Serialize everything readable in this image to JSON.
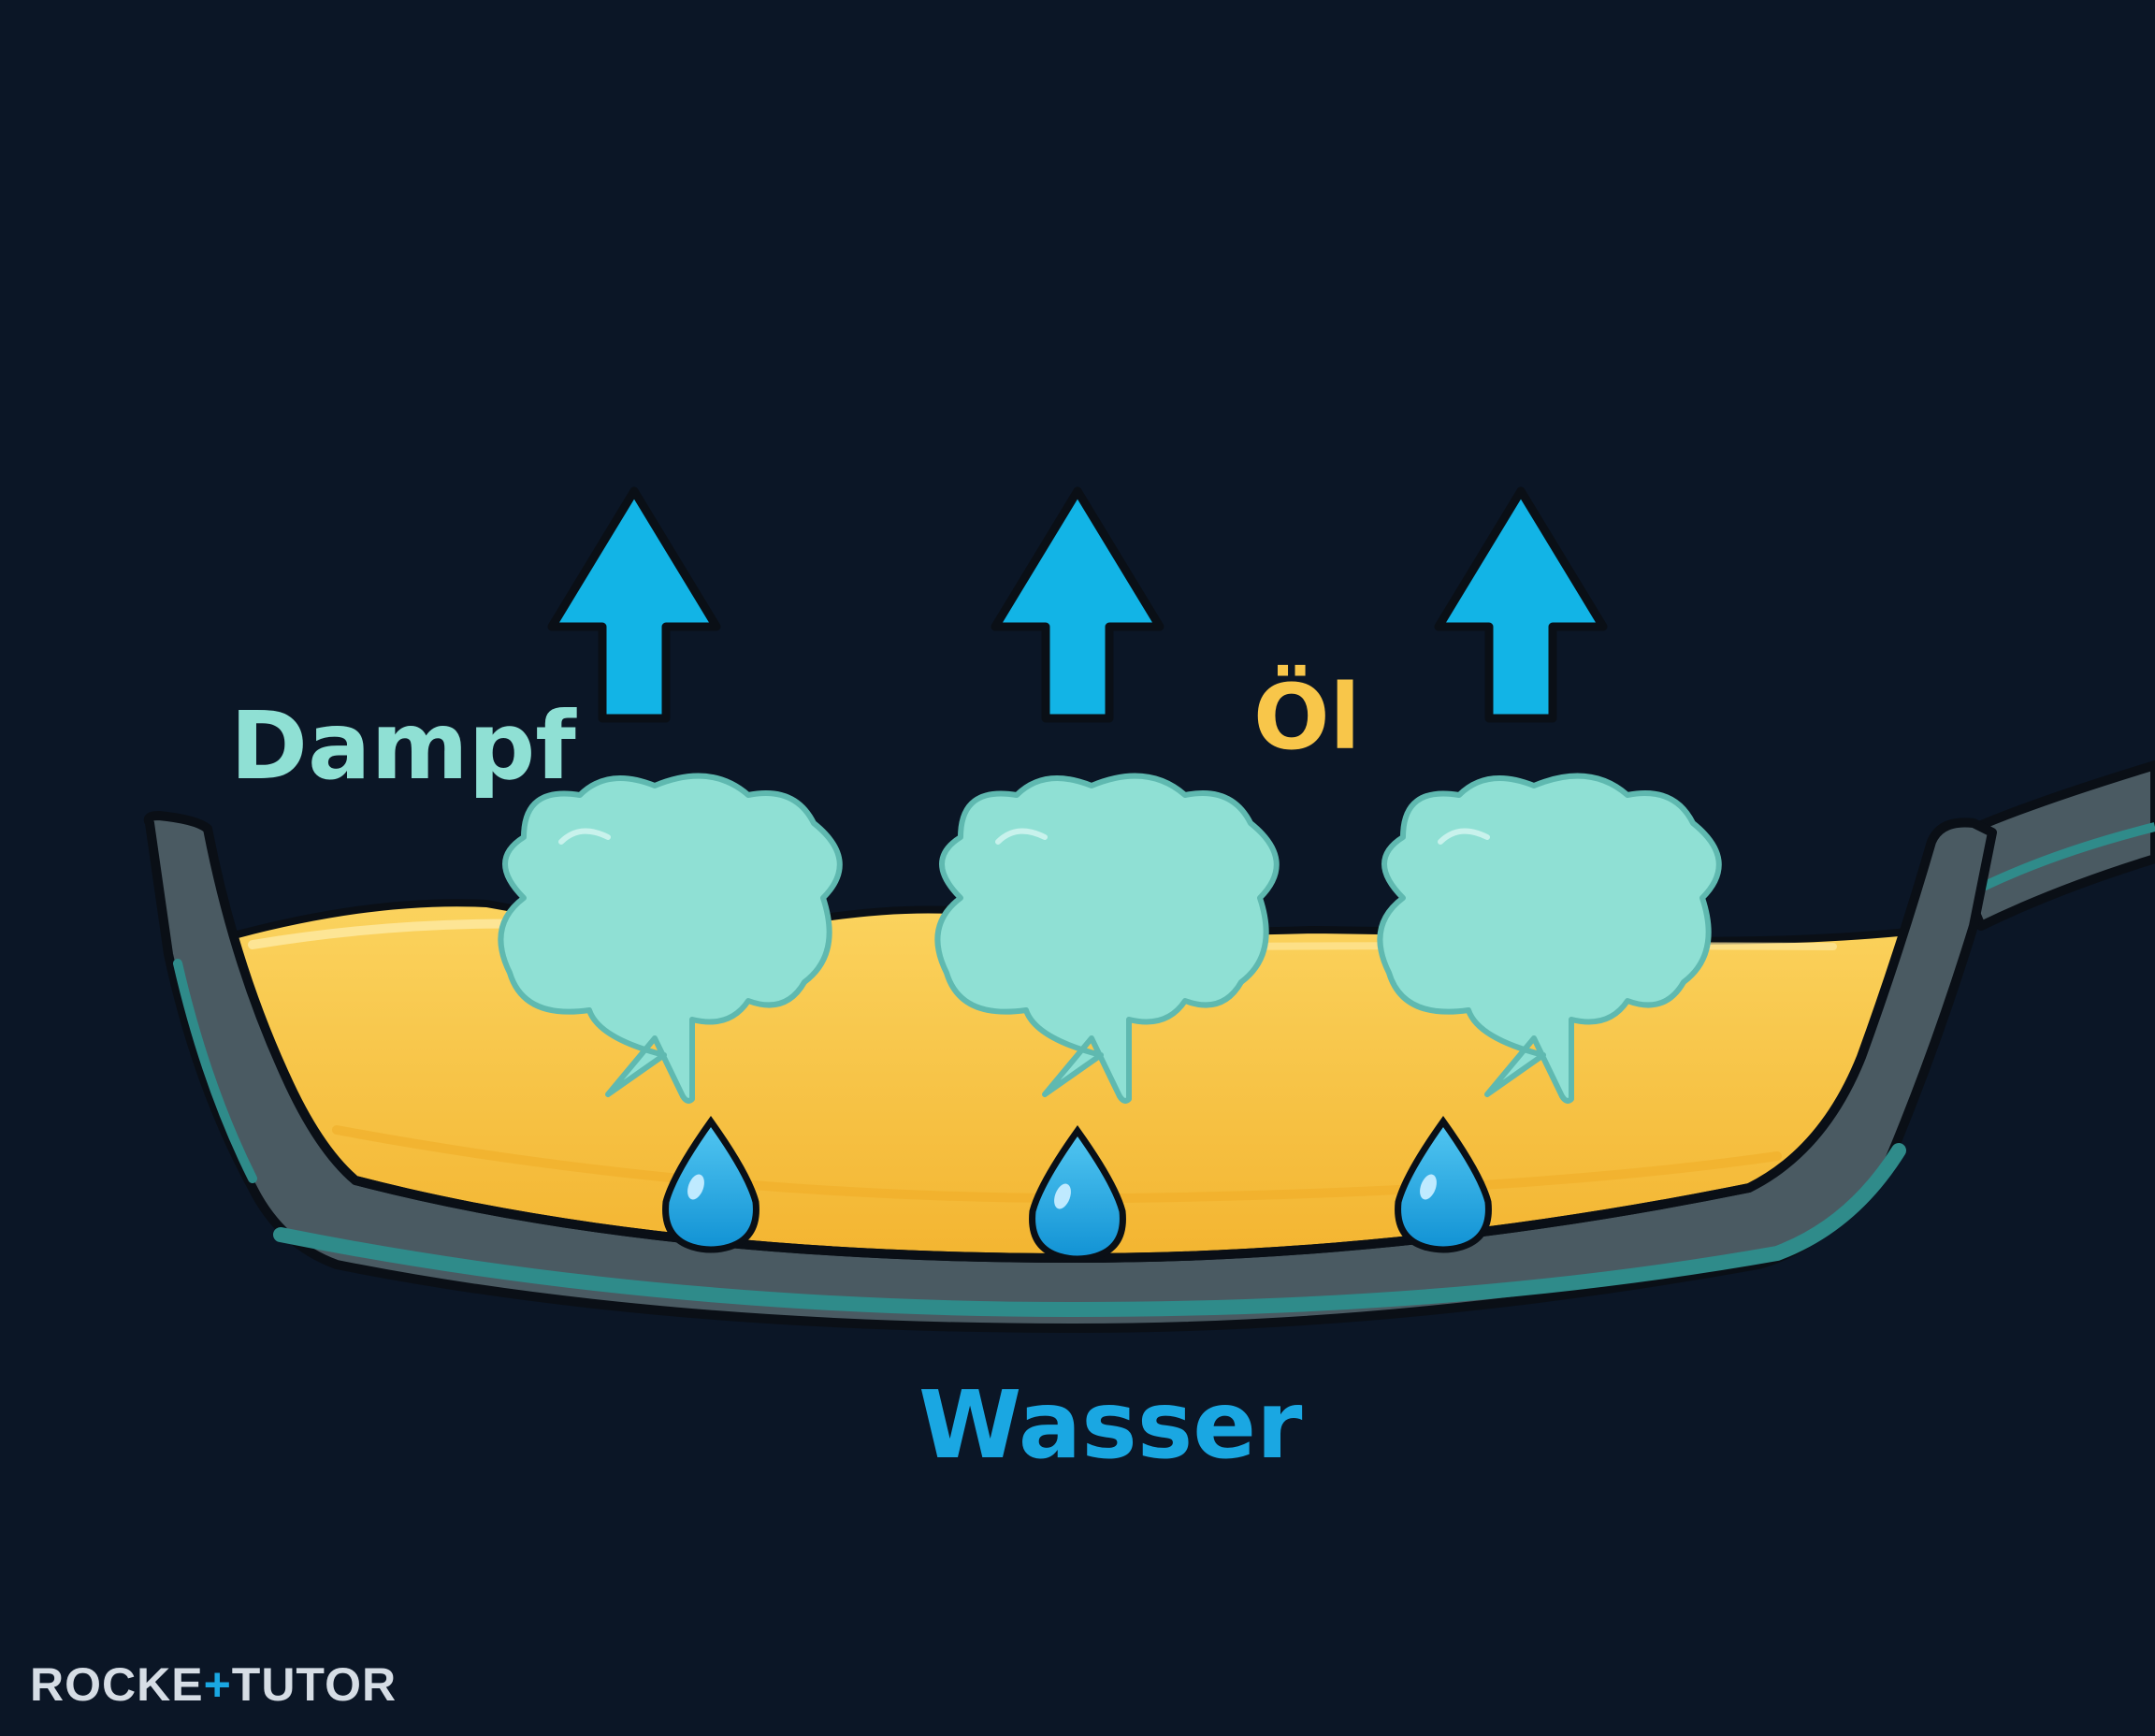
{
  "labels": {
    "steam": "Dampf",
    "oil": "Öl",
    "water": "Wasser"
  },
  "brand": {
    "part1": "ROCKE",
    "plus": "+",
    "part2": "TUTO",
    "part3": "R"
  },
  "colors": {
    "background": "#0b1626",
    "steam": "#8fe0d4",
    "oil": "#f8c64a",
    "water": "#1aa7e2",
    "arrow": "#12b4e6",
    "pan": "#4a5a62",
    "outline": "#0a0f16"
  },
  "icons": [
    "up-arrow-icon",
    "steam-cloud-icon",
    "water-drop-icon",
    "pan-icon"
  ]
}
